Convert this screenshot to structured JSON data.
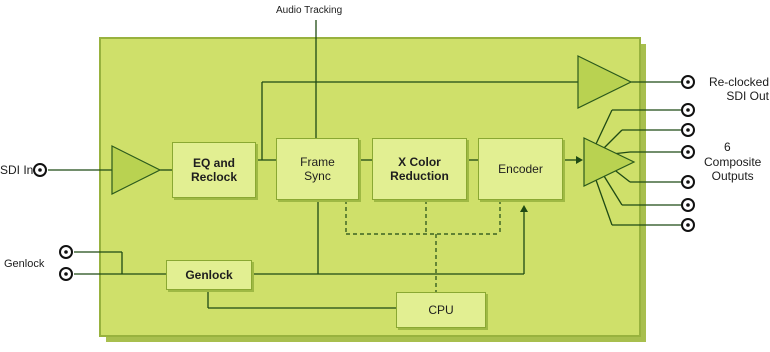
{
  "colors": {
    "board_fill": "#cfe06a",
    "board_border": "#98b23e",
    "block_fill": "#e2ef92",
    "amp_fill": "#b9d251",
    "line": "#1f4a14",
    "connector": "#111111"
  },
  "top_label": "Audio Tracking",
  "inputs": {
    "sdi_in": "SDI In",
    "genlock": "Genlock"
  },
  "blocks": {
    "eq_reclock": "EQ and\nReclock",
    "frame_sync": "Frame\nSync",
    "color_reduction": "X Color\nReduction",
    "encoder": "Encoder",
    "genlock": "Genlock",
    "cpu": "CPU"
  },
  "outputs": {
    "reclocked": "Re-clocked\nSDI Out",
    "composite_count": "6",
    "composite": "Composite\nOutputs"
  }
}
